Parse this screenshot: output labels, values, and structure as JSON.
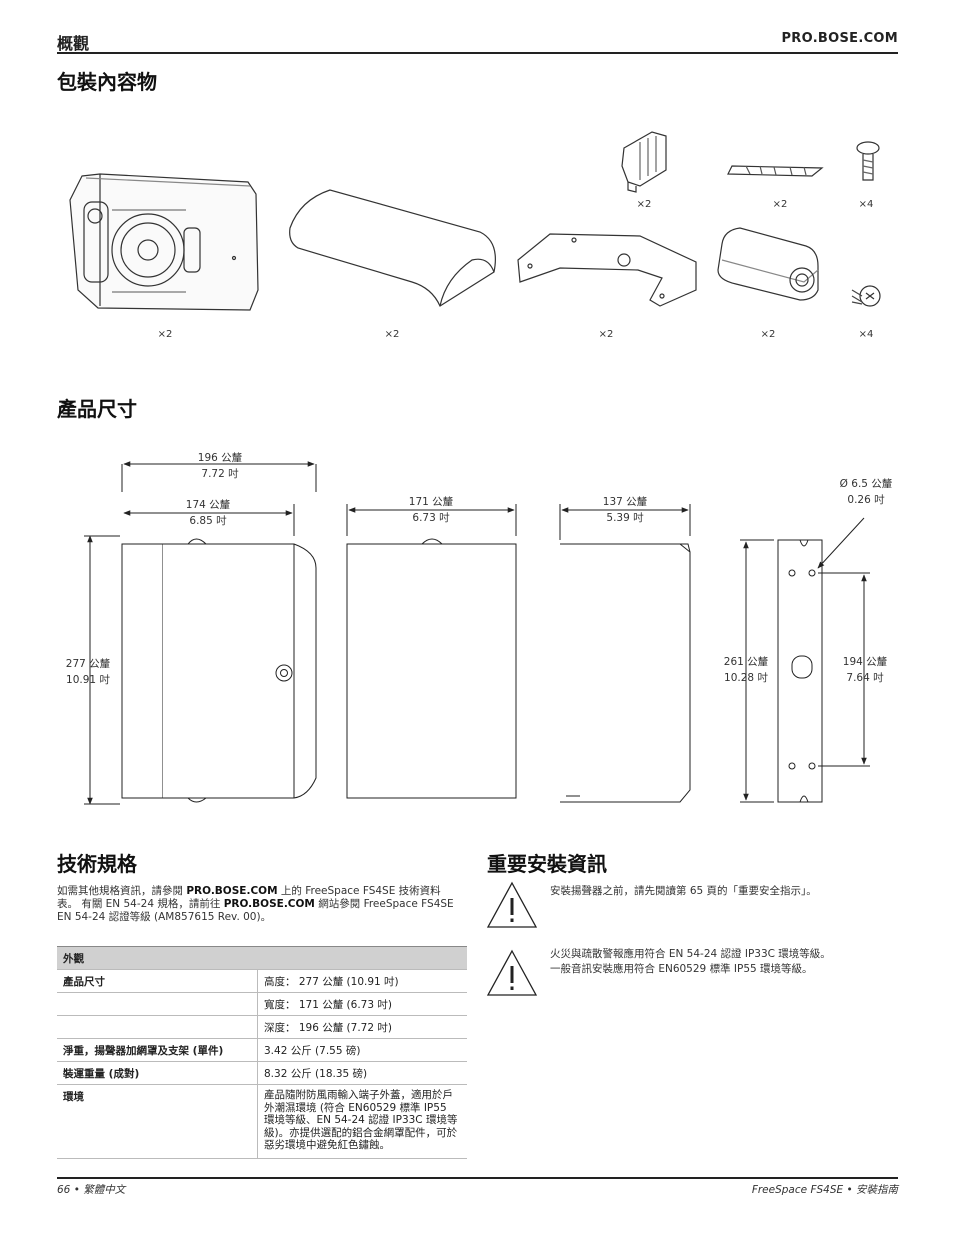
{
  "header": {
    "left": "概觀",
    "right": "PRO.BOSE.COM"
  },
  "contents": {
    "title": "包裝內容物",
    "items": [
      {
        "name": "speaker",
        "qty": "×2"
      },
      {
        "name": "grille",
        "qty": "×2"
      },
      {
        "name": "bracket",
        "qty": "×2"
      },
      {
        "name": "cover",
        "qty": "×2"
      },
      {
        "name": "screw-large",
        "qty": "×4"
      },
      {
        "name": "connector",
        "qty": "×2"
      },
      {
        "name": "badge",
        "qty": "×2"
      },
      {
        "name": "screw-small",
        "qty": "×4"
      }
    ]
  },
  "dimensions": {
    "title": "產品尺寸",
    "d196": [
      "196 公釐",
      "7.72 吋"
    ],
    "d174": [
      "174 公釐",
      "6.85 吋"
    ],
    "d277": [
      "277 公釐",
      "10.91 吋"
    ],
    "d171": [
      "171 公釐",
      "6.73 吋"
    ],
    "d137": [
      "137 公釐",
      "5.39 吋"
    ],
    "d65": [
      "Ø 6.5 公釐",
      "0.26 吋"
    ],
    "d261": [
      "261 公釐",
      "10.28 吋"
    ],
    "d194": [
      "194 公釐",
      "7.64 吋"
    ]
  },
  "specs": {
    "title": "技術規格",
    "intro": {
      "p1": "如需其他規格資訊，請參閱 ",
      "b1": "PRO.BOSE.COM",
      "p2": " 上的 FreeSpace FS4SE 技術資料表。 有關 EN 54-24 規格，請前往 ",
      "b2": "PRO.BOSE.COM",
      "p3": " 網站參閱 FreeSpace FS4SE EN 54-24 認證等級 (AM857615 Rev. 00)。"
    },
    "table": {
      "section": "外觀",
      "size_label": "產品尺寸",
      "height": "高度：  277 公釐 (10.91 吋)",
      "width": "寬度：  171 公釐 (6.73 吋)",
      "depth": "深度：  196 公釐 (7.72 吋)",
      "net_label": "淨重，揚聲器加網罩及支架 (單件)",
      "net_value": "3.42 公斤 (7.55 磅)",
      "ship_label": "裝運重量 (成對)",
      "ship_value": "8.32 公斤 (18.35 磅)",
      "env_label": "環境",
      "env_value": "產品隨附防風雨輸入端子外蓋，適用於戶外潮濕環境 (符合 EN60529 標準 IP55 環境等級、EN 54-24 認證 IP33C 環境等級)。亦提供選配的鋁合金網罩配件，可於惡劣環境中避免紅色鏽蝕。"
    }
  },
  "safety": {
    "title": "重要安裝資訊",
    "w1": "安裝揚聲器之前，請先閱讀第 65 頁的「重要安全指示」。",
    "w2a": "火災與疏散警報應用符合 EN 54-24 認證 IP33C 環境等級。",
    "w2b": "一般音訊安裝應用符合 EN60529 標準 IP55 環境等級。"
  },
  "footer": {
    "left": "66 • 繁體中文",
    "right": "FreeSpace FS4SE • 安裝指南"
  }
}
